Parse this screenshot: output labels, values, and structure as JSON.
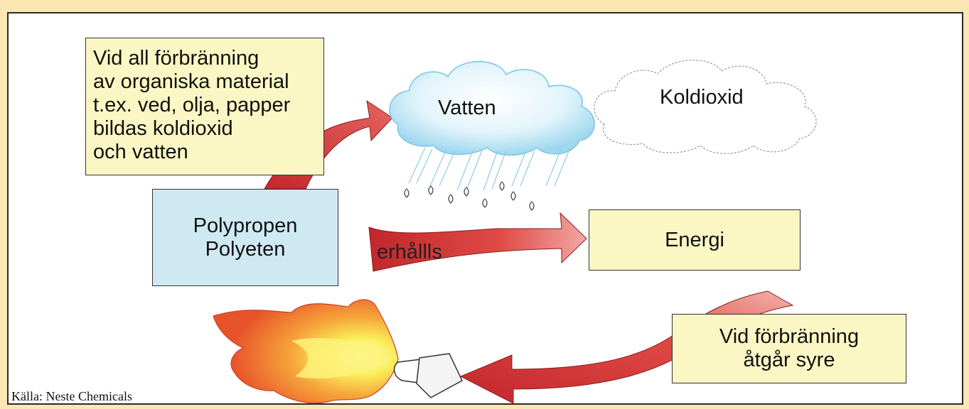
{
  "info_box": {
    "lines": [
      "Vid all förbränning",
      "av organiska material",
      "t.ex. ved, olja, papper",
      "bildas koldioxid",
      "och vatten"
    ]
  },
  "polymer_box": {
    "lines": [
      "Polypropen",
      "Polyeten"
    ]
  },
  "cloud_water": {
    "label": "Vatten"
  },
  "cloud_co2": {
    "label": "Koldioxid"
  },
  "energy_box": {
    "label": "Energi"
  },
  "arrow_energy": {
    "label": "erhållls"
  },
  "oxygen_box": {
    "lines": [
      "Vid förbränning",
      "åtgår syre"
    ]
  },
  "source": "Källa: Neste Chemicals",
  "colors": {
    "background": "#fbe6b4",
    "note_yellow": "#fbf7c4",
    "polymer_blue": "#cfe9f2",
    "arrow_red": "#d8363a",
    "flame_orange": "#ef6a2a",
    "flame_yellow": "#fbee5a",
    "cloud_blue": "#bfe6f4"
  }
}
